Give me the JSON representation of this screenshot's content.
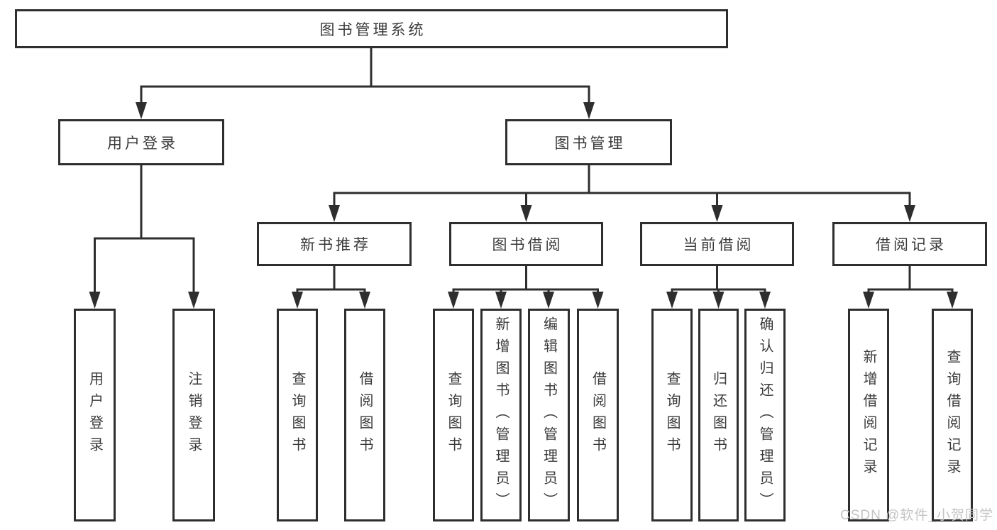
{
  "colors": {
    "line": "#2e2e2e",
    "text": "#3a3a3a",
    "background": "#ffffff",
    "watermark": "#c4c4c4"
  },
  "root": {
    "label": "图书管理系统"
  },
  "level2": [
    {
      "label": "用户登录"
    },
    {
      "label": "图书管理"
    }
  ],
  "level3": [
    {
      "label": "新书推荐",
      "parent": "图书管理"
    },
    {
      "label": "图书借阅",
      "parent": "图书管理"
    },
    {
      "label": "当前借阅",
      "parent": "图书管理"
    },
    {
      "label": "借阅记录",
      "parent": "图书管理"
    }
  ],
  "leaves": [
    {
      "label": "用户登录",
      "parent": "用户登录"
    },
    {
      "label": "注销登录",
      "parent": "用户登录"
    },
    {
      "label": "查询图书",
      "parent": "新书推荐"
    },
    {
      "label": "借阅图书",
      "parent": "新书推荐"
    },
    {
      "label": "查询图书",
      "parent": "图书借阅"
    },
    {
      "label": "新增图书（管理员）",
      "parent": "图书借阅"
    },
    {
      "label": "编辑图书（管理员）",
      "parent": "图书借阅"
    },
    {
      "label": "借阅图书",
      "parent": "图书借阅"
    },
    {
      "label": "查询图书",
      "parent": "当前借阅"
    },
    {
      "label": "归还图书",
      "parent": "当前借阅"
    },
    {
      "label": "确认归还（管理员）",
      "parent": "当前借阅"
    },
    {
      "label": "新增借阅记录",
      "parent": "借阅记录"
    },
    {
      "label": "查询借阅记录",
      "parent": "借阅记录"
    }
  ],
  "watermark": "CSDN @软件_小贺同学"
}
